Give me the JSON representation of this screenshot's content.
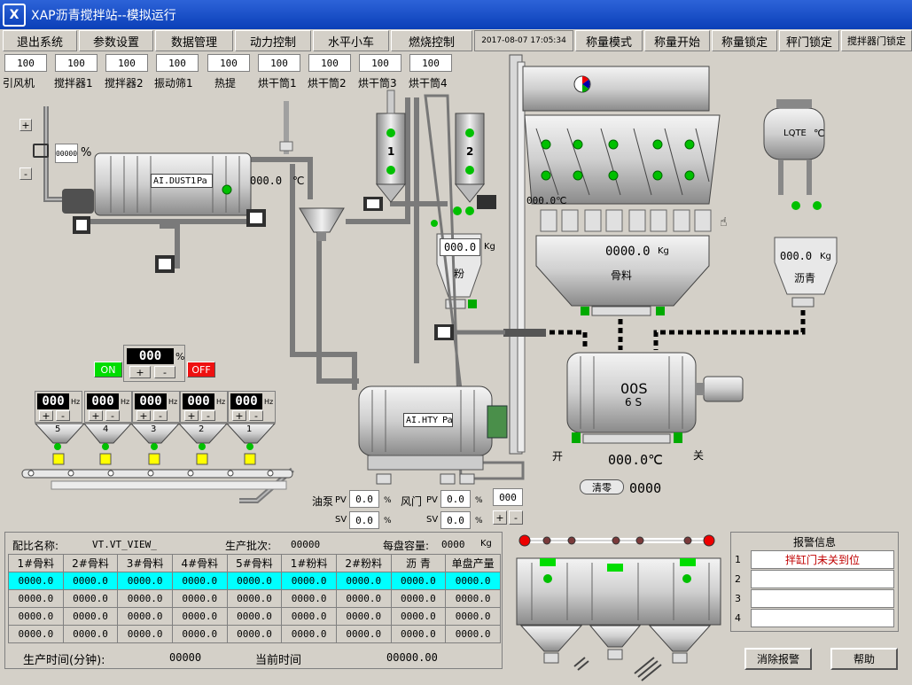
{
  "window": {
    "title": "XAP沥青搅拌站--模拟运行",
    "logo": "X"
  },
  "menu": [
    "退出系统",
    "参数设置",
    "数据管理",
    "动力控制",
    "水平小车",
    "燃烧控制"
  ],
  "datetime": "2017-08-07 17:05:34",
  "right_menu": [
    "称量模式",
    "称量开始",
    "称量锁定",
    "秤门锁定",
    "搅拌器门锁定"
  ],
  "motors": [
    {
      "value": "100",
      "label": "引风机"
    },
    {
      "value": "100",
      "label": "搅拌器1"
    },
    {
      "value": "100",
      "label": "搅拌器2"
    },
    {
      "value": "100",
      "label": "振动筛1"
    },
    {
      "value": "100",
      "label": "热提"
    },
    {
      "value": "100",
      "label": "烘干筒1"
    },
    {
      "value": "100",
      "label": "烘干筒2"
    },
    {
      "value": "100",
      "label": "烘干筒3"
    },
    {
      "value": "100",
      "label": "烘干筒4"
    }
  ],
  "damper": {
    "plus": "+",
    "minus": "-",
    "value": "00000",
    "unit": "%"
  },
  "dust": {
    "tag": "AI.DUST1",
    "unit": "Pa"
  },
  "dryer_temp": {
    "value": "000.0",
    "unit": "℃"
  },
  "silos": [
    {
      "num": "1"
    },
    {
      "num": "2"
    }
  ],
  "powder": {
    "value": "000.0",
    "unit": "Kg",
    "label": "粉"
  },
  "aggregate": {
    "value": "0000.0",
    "unit": "Kg",
    "label": "骨料",
    "temp": "000.0℃"
  },
  "asphalt": {
    "value": "000.0",
    "unit": "Kg",
    "label": "沥青",
    "tank": "LQTE",
    "tank_unit": "℃"
  },
  "mixer": {
    "time1": "00S",
    "time2": "6 S",
    "temp": "000.0℃",
    "open": "开",
    "close": "关"
  },
  "clear": {
    "label": "清零",
    "value": "0000"
  },
  "main_freq": {
    "on": "ON",
    "off": "OFF",
    "value": "000",
    "unit": "%",
    "plus": "+",
    "minus": "-"
  },
  "feeders": [
    {
      "value": "000",
      "unit": "Hz",
      "num": "5"
    },
    {
      "value": "000",
      "unit": "Hz",
      "num": "4"
    },
    {
      "value": "000",
      "unit": "Hz",
      "num": "3"
    },
    {
      "value": "000",
      "unit": "Hz",
      "num": "2"
    },
    {
      "value": "000",
      "unit": "Hz",
      "num": "1"
    }
  ],
  "drum": {
    "tag": "AI.HTY",
    "unit": "Pa"
  },
  "pump": {
    "oil": "油泵",
    "air": "风门",
    "pv": "PV",
    "sv": "SV",
    "oil_pv": "0.0",
    "oil_sv": "0.0",
    "air_pv": "0.0",
    "air_sv": "0.0",
    "pct": "%",
    "out": "000",
    "plus": "+",
    "minus": "-"
  },
  "recipe": {
    "name_label": "配比名称:",
    "name": "VT.VT_VIEW_",
    "batch_label": "生产批次:",
    "batch": "00000",
    "cap_label": "每盘容量:",
    "cap": "0000",
    "cap_unit": "Kg",
    "headers": [
      "1#骨料",
      "2#骨料",
      "3#骨料",
      "4#骨料",
      "5#骨料",
      "1#粉料",
      "2#粉料",
      "沥 青",
      "单盘产量"
    ],
    "rows": [
      [
        "0000.0",
        "0000.0",
        "0000.0",
        "0000.0",
        "0000.0",
        "0000.0",
        "0000.0",
        "0000.0",
        "0000.0"
      ],
      [
        "0000.0",
        "0000.0",
        "0000.0",
        "0000.0",
        "0000.0",
        "0000.0",
        "0000.0",
        "0000.0",
        "0000.0"
      ],
      [
        "0000.0",
        "0000.0",
        "0000.0",
        "0000.0",
        "0000.0",
        "0000.0",
        "0000.0",
        "0000.0",
        "0000.0"
      ],
      [
        "0000.0",
        "0000.0",
        "0000.0",
        "0000.0",
        "0000.0",
        "0000.0",
        "0000.0",
        "0000.0",
        "0000.0"
      ]
    ],
    "time_label": "生产时间(分钟):",
    "time": "00000",
    "cur_label": "当前时间",
    "cur": "00000.00"
  },
  "alarm": {
    "title": "报警信息",
    "items": [
      {
        "n": "1",
        "text": "拌缸门未关到位"
      },
      {
        "n": "2",
        "text": ""
      },
      {
        "n": "3",
        "text": ""
      },
      {
        "n": "4",
        "text": ""
      }
    ],
    "clear": "消除报警",
    "help": "帮助"
  },
  "colors": {
    "title": "#0a3fb8",
    "green": "#00c000",
    "red": "#ff0000",
    "cyan": "#00ffff",
    "yellow": "#ffff00"
  }
}
